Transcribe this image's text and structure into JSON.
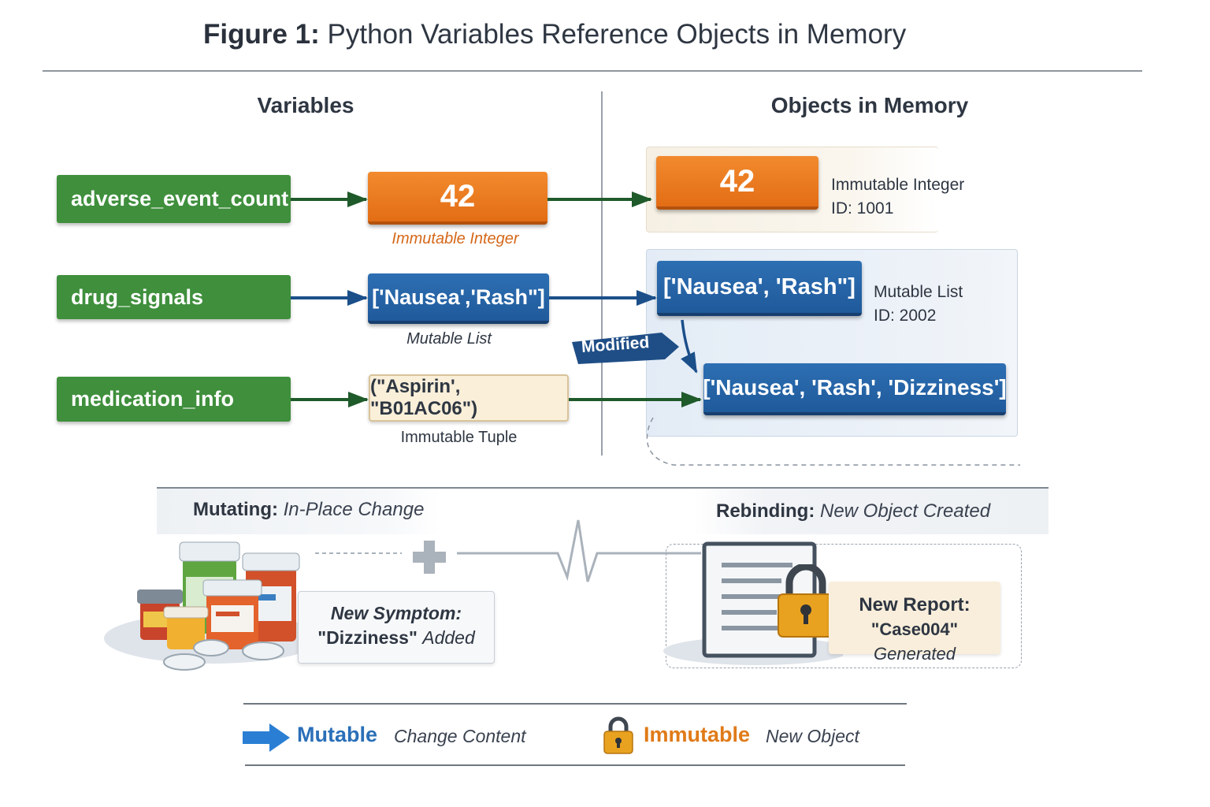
{
  "figure": {
    "title_prefix": "Figure 1:",
    "title_text": "Python Variables Reference Objects in Memory"
  },
  "columns": {
    "left_heading": "Variables",
    "right_heading": "Objects in Memory"
  },
  "variables": [
    {
      "name": "adverse_event_count",
      "value": "42",
      "caption": "Immutable Integer"
    },
    {
      "name": "drug_signals",
      "value": "['Nausea','Rash\"]",
      "caption": "Mutable List"
    },
    {
      "name": "medication_info",
      "value": "(\"Aspirin', \"B01AC06\")",
      "caption": "Immutable Tuple"
    }
  ],
  "memory": {
    "int_obj": {
      "value": "42",
      "type": "Immutable Integer",
      "id": "ID: 1001"
    },
    "list_obj": {
      "value": "['Nausea', 'Rash\"]",
      "type": "Mutable List",
      "id": "ID: 2002"
    },
    "modified_label": "Modified",
    "list_modified": "['Nausea', 'Rash', 'Dizziness']"
  },
  "mutating": {
    "heading_bold": "Mutating:",
    "heading_italic": "In-Place Change",
    "note_line1": "New Symptom:",
    "note_line2_quoted": "\"Dizziness\"",
    "note_line2_rest": "Added"
  },
  "rebinding": {
    "heading_bold": "Rebinding:",
    "heading_italic": "New Object Created",
    "note_line1": "New Report:",
    "note_line2_quoted": "\"Case004\"",
    "note_line2_rest": "Generated"
  },
  "legend": {
    "mutable_label": "Mutable",
    "mutable_desc": "Change Content",
    "immutable_label": "Immutable",
    "immutable_desc": "New Object"
  },
  "colors": {
    "variable_green": "#3f8f3c",
    "immutable_orange": "#e36d15",
    "mutable_blue": "#1f5a9b",
    "tuple_cream": "#faefd9",
    "arrow_green": "#1f5a2a",
    "arrow_blue": "#1b4f8a",
    "legend_blue": "#2a7fd4",
    "legend_orange": "#e07a18"
  }
}
